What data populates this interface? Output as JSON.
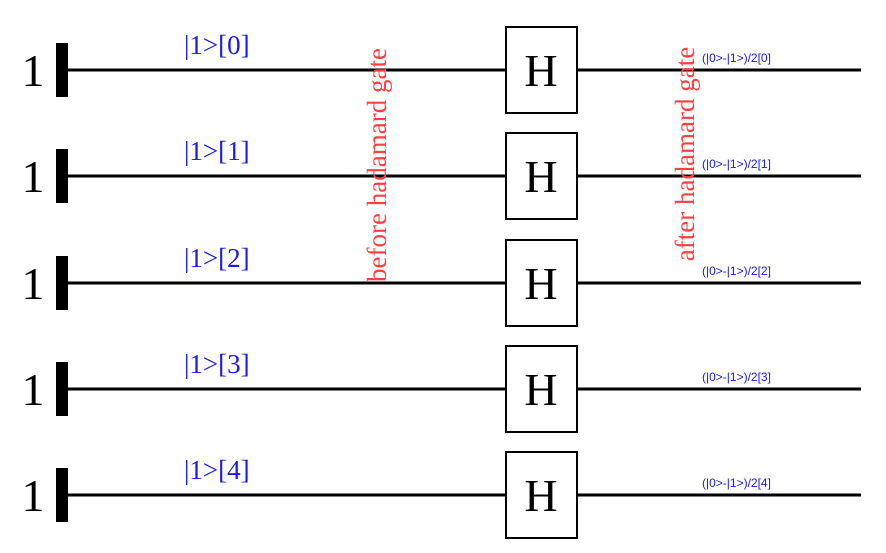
{
  "colors": {
    "wire": "#000000",
    "state_label": "#1a1ae6",
    "annotation": "#ff4040",
    "gate_fill": "#ffffff"
  },
  "gate_label": "H",
  "annotations": {
    "before": "before hadamard gate",
    "after": "after hadamard gate"
  },
  "qubits": [
    {
      "init": "1",
      "before_label": "|1>[0]",
      "after_label": "(|0>-|1>)/2[0]"
    },
    {
      "init": "1",
      "before_label": "|1>[1]",
      "after_label": "(|0>-|1>)/2[1]"
    },
    {
      "init": "1",
      "before_label": "|1>[2]",
      "after_label": "(|0>-|1>)/2[2]"
    },
    {
      "init": "1",
      "before_label": "|1>[3]",
      "after_label": "(|0>-|1>)/2[3]"
    },
    {
      "init": "1",
      "before_label": "|1>[4]",
      "after_label": "(|0>-|1>)/2[4]"
    }
  ]
}
